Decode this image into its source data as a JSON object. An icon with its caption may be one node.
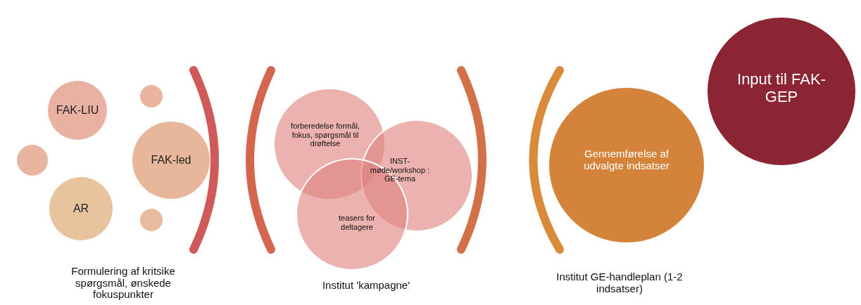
{
  "diagram": {
    "nodes": [
      {
        "text": [
          "FAK-LIU"
        ]
      },
      {
        "text": [],
        "shape": "circle"
      },
      {
        "text": [],
        "shape": "circle"
      },
      {
        "text": [
          "FAK-led"
        ]
      },
      {
        "text": [
          "AR"
        ]
      },
      {
        "text": [],
        "shape": "circle"
      },
      {
        "text": [
          "forberedelse formål, fokus, spørgsmål til drøftelse"
        ]
      },
      {
        "text": [
          "INST-møde/workshop : GE-tema"
        ]
      },
      {
        "text": [
          "teasers for deltagere"
        ]
      },
      {
        "text": [
          "Gennemførelse af udvalgte indsatser"
        ]
      },
      {
        "text": [
          "Input til FAK-GEP"
        ]
      }
    ],
    "edges": [],
    "labels": [
      "Formulering af kritsike spørgsmål, ønskede fokuspunkter",
      "Institut 'kampagne'",
      "Institut GE-handleplan (1-2 indsatser)"
    ]
  }
}
